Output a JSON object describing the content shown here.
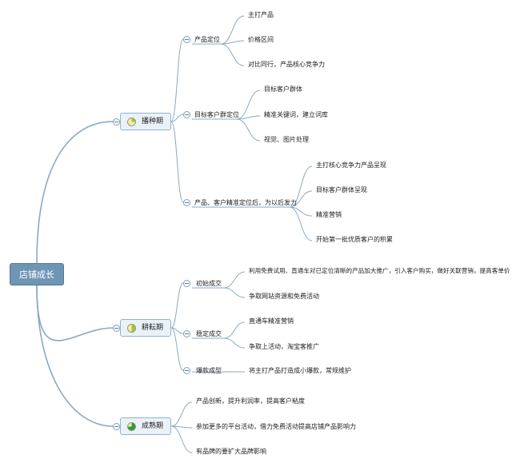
{
  "root": "店铺成长",
  "stages": [
    {
      "label": "播种期",
      "progress": 0.25
    },
    {
      "label": "耕耘期",
      "progress": 0.5
    },
    {
      "label": "成熟期",
      "progress": 0.75
    }
  ],
  "sow": {
    "b1": {
      "label": "产品定位",
      "items": [
        "主打产品",
        "价格区间",
        "对比同行，产品核心竞争力"
      ]
    },
    "b2": {
      "label": "目标客户群定位",
      "items": [
        "目标客户群体",
        "精准关键词，建立词库",
        "视觉、图片处理"
      ]
    },
    "b3": {
      "label": "产品、客户精准定位后，为以后发力",
      "items": [
        "主打核心竞争力产品呈现",
        "目标客户群体呈现",
        "精准营销",
        "开始第一批优质客户的积累"
      ]
    }
  },
  "cult": {
    "b1": {
      "label": "初始成交",
      "items": [
        "利用免费试用、直通车对已定位清晰的产品加大推广，引入客户购买，做好关联营销，提高客单价",
        "争取网站资源和免费活动"
      ]
    },
    "b2": {
      "label": "稳定成交",
      "items": [
        "直通车精准营销",
        "争取上活动，淘宝客推广"
      ]
    },
    "b3": {
      "label": "爆款成型",
      "items": [
        "将主打产品打造成小爆款，常规维护"
      ]
    }
  },
  "mature": {
    "items": [
      "产品创新，提升利润率，提高客户粘度",
      "参加更多的平台活动，借力免费活动提高店铺产品影响力",
      "有品牌的要扩大品牌影响"
    ]
  },
  "colors": {
    "line": "#8aa9c3",
    "pie_fill": "#9ccc2c",
    "mature_fill": "#2e9b3a"
  }
}
